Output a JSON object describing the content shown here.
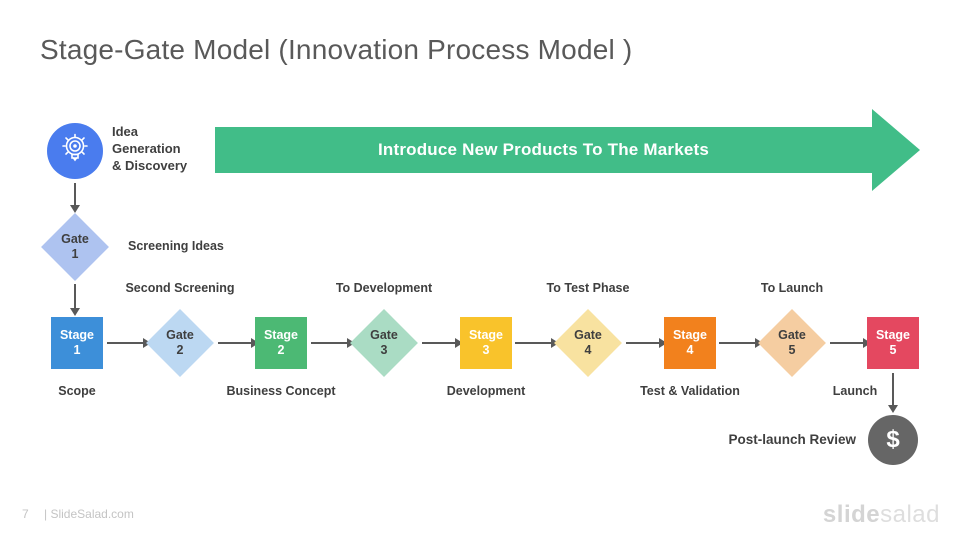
{
  "title": "Stage-Gate Model (Innovation Process Model )",
  "idea": {
    "label": "Idea\nGeneration\n& Discovery",
    "circle_color": "#4a7cee"
  },
  "banner": {
    "text": "Introduce New Products To The Markets",
    "color": "#41bd88"
  },
  "gates": [
    {
      "name": "Gate",
      "number": "1",
      "color": "#aec3f0",
      "label": "Screening Ideas"
    },
    {
      "name": "Gate",
      "number": "2",
      "color": "#bcd8f2",
      "label": "Second Screening"
    },
    {
      "name": "Gate",
      "number": "3",
      "color": "#aadcc4",
      "label": "To Development"
    },
    {
      "name": "Gate",
      "number": "4",
      "color": "#f8e2a0",
      "label": "To Test Phase"
    },
    {
      "name": "Gate",
      "number": "5",
      "color": "#f5cda1",
      "label": "To Launch"
    }
  ],
  "stages": [
    {
      "name": "Stage",
      "number": "1",
      "color": "#3d8fd9",
      "label": "Scope"
    },
    {
      "name": "Stage",
      "number": "2",
      "color": "#4cb974",
      "label": "Business Concept"
    },
    {
      "name": "Stage",
      "number": "3",
      "color": "#f9c32b",
      "label": "Development"
    },
    {
      "name": "Stage",
      "number": "4",
      "color": "#f2811d",
      "label": "Test & Validation"
    },
    {
      "name": "Stage",
      "number": "5",
      "color": "#e44860",
      "label": "Launch"
    }
  ],
  "post_launch": {
    "label": "Post-launch Review",
    "symbol": "$",
    "circle_color": "#666666"
  },
  "footer": {
    "page_number": "7",
    "site": "| SlideSalad.com",
    "logo_bold": "slide",
    "logo_light": "salad"
  }
}
